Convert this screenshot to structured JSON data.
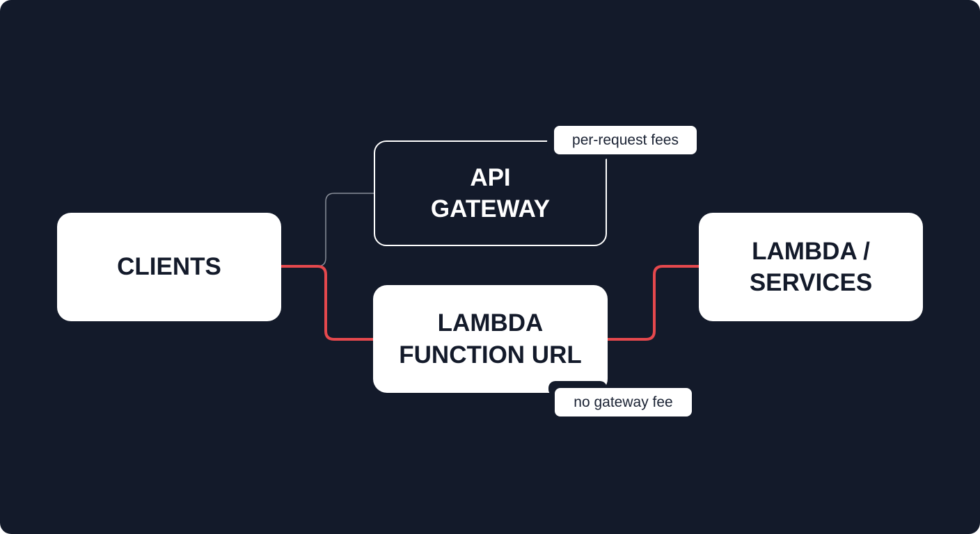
{
  "diagram": {
    "nodes": {
      "clients": {
        "label": "CLIENTS"
      },
      "api_gateway": {
        "label": "API\nGATEWAY"
      },
      "lambda_function_url": {
        "label": "LAMBDA\nFUNCTION URL"
      },
      "lambda_services": {
        "label": "LAMBDA /\nSERVICES"
      }
    },
    "annotations": {
      "api_gateway_note": "per-request fees",
      "function_url_note": "no gateway fee"
    },
    "edges": [
      {
        "from": "CLIENTS",
        "to": "API GATEWAY",
        "style": "thin-gray"
      },
      {
        "from": "CLIENTS",
        "to": "LAMBDA FUNCTION URL",
        "style": "highlight-red"
      },
      {
        "from": "LAMBDA FUNCTION URL",
        "to": "LAMBDA / SERVICES",
        "style": "highlight-red"
      }
    ],
    "colors": {
      "background": "#131a2a",
      "node_fill": "#ffffff",
      "highlight_path": "#e5484d",
      "secondary_path": "#8a8f99"
    }
  }
}
